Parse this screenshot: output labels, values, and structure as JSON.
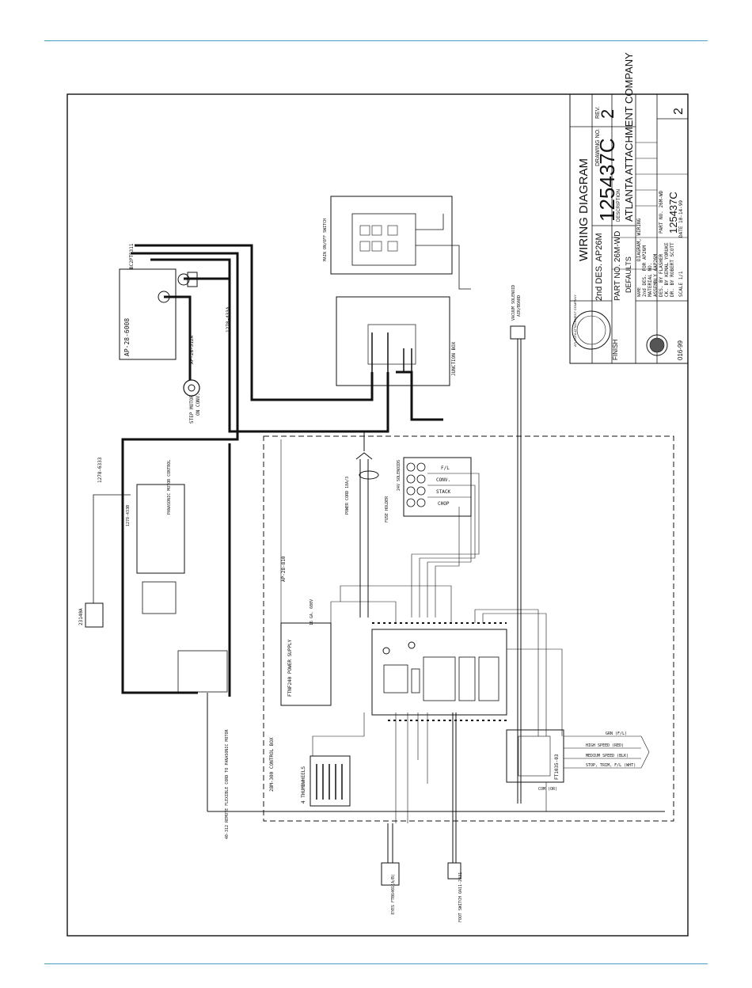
{
  "title_block": {
    "title": "WIRING DIAGRAM",
    "drawing_no_label": "DRAWING NO.",
    "drawing_no": "125437C",
    "rev_label": "REV.",
    "rev": "2",
    "second_des": "2nd DES. AP26M",
    "part_no": "PART NO. 26M-WD",
    "company": "ATLANTA ATTACHMENT COMPANY",
    "finish_label": "FINISH",
    "finish_value": "DEFAULTS",
    "description_label": "DESCRIPTION",
    "name_label": "NAME",
    "name_value": "DIAGRAM, WIRING",
    "used_on": "2nd DES. FOR AP26M",
    "material": "MATERIAL NO.",
    "assembly": "ASSEMBLY AAP26M",
    "desc_by": "DES. BY FLASHER",
    "ck_by": "CK. BY KEMAL YORUKE",
    "dr_by": "DR. BY ROBERT SCOTT",
    "scale": "SCALE 1/1",
    "date": "DATE 10-14-99",
    "part_no_small": "PART NO. 26M-WD",
    "drawing_no_small": "125437C",
    "rev_small": "2",
    "seal_text": "ATLANTA ATTACHMENT COMPANY",
    "page_code": "016-99"
  },
  "labels": {
    "ap28_6008": "AP-28-6008",
    "bc2pt5311": "BC2PT5311",
    "ap28_512a": "AP-28-512A",
    "step_motor": "STEP MOTOR",
    "on_conv": "ON CONV.",
    "cable_1278_433a": "1278-433A",
    "cable_1278_433b": "1278-433B",
    "cable_1278_6333": "1278-6333",
    "junction_box": "JUNCTION BOX",
    "main_switch": "MAIN ON/OFF SWITCH",
    "vacuum_solenoid": "VACUUM SOLENOID",
    "air_board": "AIR/BOARD",
    "power_cord": "POWER CORD 18A/3",
    "fuse_holder": "FUSE HOLDER",
    "solenoids": "24V SOLENOIDS",
    "sol_fl": "F/L",
    "sol_conv": "CONV.",
    "sol_stack": "STACK",
    "sol_chop": "CHOP",
    "ap28_810": "AP-28-810",
    "power_supply": "FTNF240 POWER SUPPLY",
    "wire_16ga": "16 GA. 600V",
    "ap28_300": "28M-300 CONTROL BOX",
    "thumbwheels": "4 THUMBWHEELS",
    "remote_cord": "40-312 REMOTE FLEXIBLE CORD TO PANASONIC MOTOR",
    "panasonic": "PANASONIC MOTOR CONTROL",
    "part_23140a": "23140A",
    "eyes": "EYES FTB6401(A/B)",
    "foot_switch": "FOOT SWITCH OA11-2031",
    "ftd1035": "FT1035-03",
    "high_speed": "HIGH SPEED (RED)",
    "medium_speed": "MEDIUM SPEED (BLK)",
    "stop": "STOP, TRIM, F/L (WHT)",
    "grn": "GRN (F/L)",
    "com": "COM (OR)"
  },
  "colors": {
    "rule": "#4a9fc4",
    "ink": "#111111",
    "paper": "#ffffff"
  }
}
